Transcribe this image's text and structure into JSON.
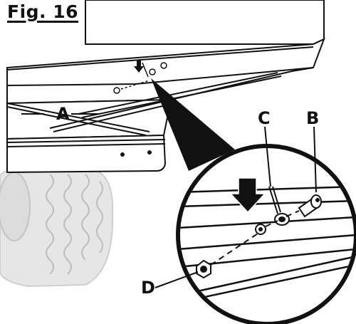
{
  "figure": {
    "title": "Fig. 16"
  },
  "callouts": {
    "a": "A",
    "b": "B",
    "c": "C",
    "d": "D"
  },
  "colors": {
    "ink": "#111111",
    "tire_gray": "#c8c8c8",
    "background": "#ffffff"
  }
}
